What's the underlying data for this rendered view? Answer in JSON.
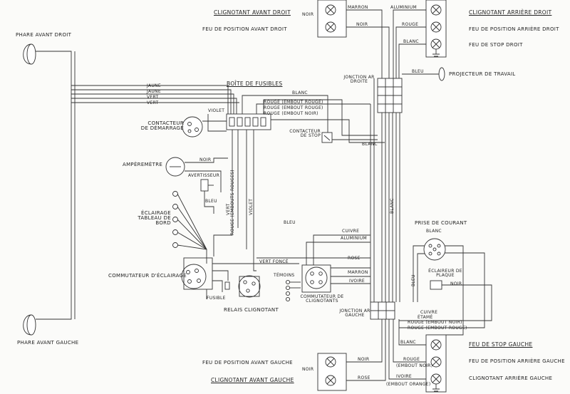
{
  "labels": {
    "phare_avant_droit": "PHARE AVANT DROIT",
    "phare_avant_gauche": "PHARE AVANT GAUCHE",
    "clignotant_avant_droit": "CLIGNOTANT AVANT DROIT",
    "feu_position_avant_droit": "FEU DE POSITION AVANT DROIT",
    "clignotant_arriere_droit": "CLIGNOTANT ARRIÈRE DROIT",
    "feu_position_arriere_droit": "FEU DE POSITION ARRIÈRE DROIT",
    "feu_stop_droit": "FEU DE STOP DROIT",
    "projecteur_travail": "PROJECTEUR DE TRAVAIL",
    "jonction_ar_droite": "JONCTION AR DROITE",
    "boite_fusibles": "BOÎTE DE FUSIBLES",
    "contacteur_demarrage": "CONTACTEUR DE DÉMARRAGE",
    "amperemetre": "AMPÈREMÈTRE",
    "avertisseur": "AVERTISSEUR",
    "eclairage_tableau": "ÉCLAIRAGE TABLEAU DE BORD",
    "contacteur_stop": "CONTACTEUR DE STOP",
    "prise_courant": "PRISE DE COURANT",
    "eclaireur_plaque": "ÉCLAIREUR DE PLAQUE",
    "commutateur_eclairage": "COMMUTATEUR D'ÉCLAIRAGE",
    "fusible": "FUSIBLE",
    "relais_clignotant": "RELAIS CLIGNOTANT",
    "temoins": "TÉMOINS",
    "commutateur_clignotants": "COMMUTATEUR DE CLIGNOTANTS",
    "jonction_ar_gauche": "JONCTION AR GAUCHE",
    "feu_stop_gauche": "FEU DE STOP GAUCHE",
    "feu_position_arriere_gauche": "FEU DE POSITION ARRIÈRE GAUCHE",
    "clignotant_arriere_gauche": "CLIGNOTANT ARRIÈRE GAUCHE",
    "feu_position_avant_gauche": "FEU DE POSITION AVANT GAUCHE",
    "clignotant_avant_gauche": "CLIGNOTANT AVANT GAUCHE"
  },
  "wires": {
    "noir": "NOIR",
    "marron": "MARRON",
    "aluminium": "ALUMINIUM",
    "rouge": "ROUGE",
    "blanc": "BLANC",
    "bleu": "BLEU",
    "jaune": "JAUNE",
    "vert": "VERT",
    "violet": "VIOLET",
    "rouge_embout_rouge": "ROUGE (EMBOUT ROUGE)",
    "rouge_embout_noir": "ROUGE (EMBOUT NOIR)",
    "rouge_embouts_rouges": "ROUGE (EMBOUTS ROUGES)",
    "vert_fonce": "VERT FONCÉ",
    "rose": "ROSE",
    "ivoire": "IVOIRE",
    "cuivre": "CUIVRE",
    "etame": "ÉTAMÉ",
    "embout_noir": "(EMBOUT NOIR)",
    "embout_orange": "(EMBOUT ORANGE)"
  }
}
